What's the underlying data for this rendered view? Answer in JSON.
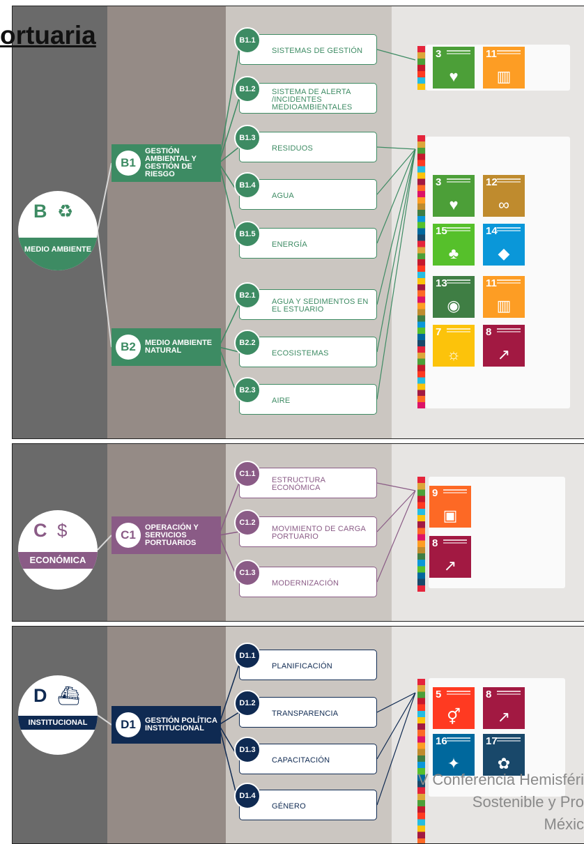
{
  "page": {
    "title": "ortuaria",
    "footer": [
      "V Conferencia Hemisféri",
      "Sostenible y Pro",
      "Méxic"
    ]
  },
  "colors": {
    "environment": "#3d8b63",
    "economic": "#8a5b86",
    "institutional": "#0f2a52"
  },
  "sections": [
    {
      "letter": "B",
      "category": "MEDIO AMBIENTE",
      "icon": "recycle-icon",
      "groups": [
        {
          "code": "B1",
          "label": "GESTIÓN AMBIENTAL Y GESTIÓN DE RIESGO",
          "items": [
            {
              "code": "B1.1",
              "label": "SISTEMAS DE GESTIÓN"
            },
            {
              "code": "B1.2",
              "label": "SISTEMA DE ALERTA /INCIDENTES MEDIOAMBIENTALES"
            },
            {
              "code": "B1.3",
              "label": "RESIDUOS"
            },
            {
              "code": "B1.4",
              "label": "AGUA"
            },
            {
              "code": "B1.5",
              "label": "ENERGÍA"
            }
          ]
        },
        {
          "code": "B2",
          "label": "MEDIO AMBIENTE NATURAL",
          "items": [
            {
              "code": "B2.1",
              "label": "AGUA Y SEDIMENTOS EN EL ESTUARIO"
            },
            {
              "code": "B2.2",
              "label": "ECOSISTEMAS"
            },
            {
              "code": "B2.3",
              "label": "AIRE"
            }
          ]
        }
      ],
      "sdg_groups": [
        [
          {
            "num": "3",
            "color": "#4c9f38",
            "icon": "heartbeat-icon"
          },
          {
            "num": "11",
            "color": "#fd9d24",
            "icon": "city-icon"
          }
        ],
        [
          {
            "num": "3",
            "color": "#4c9f38",
            "icon": "heartbeat-icon"
          },
          {
            "num": "12",
            "color": "#bf8b2e",
            "icon": "infinity-icon"
          },
          {
            "num": "15",
            "color": "#56c02b",
            "icon": "tree-icon"
          },
          {
            "num": "14",
            "color": "#0a97d9",
            "icon": "fish-icon"
          },
          {
            "num": "13",
            "color": "#3f7e44",
            "icon": "eye-icon"
          },
          {
            "num": "11",
            "color": "#fd9d24",
            "icon": "city-icon"
          },
          {
            "num": "7",
            "color": "#fcc30b",
            "icon": "sun-icon"
          },
          {
            "num": "8",
            "color": "#a21942",
            "icon": "growth-icon"
          }
        ]
      ]
    },
    {
      "letter": "C",
      "category": "ECONÓMICA",
      "icon": "dollar-icon",
      "groups": [
        {
          "code": "C1",
          "label": "OPERACIÓN Y SERVICIOS PORTUARIOS",
          "items": [
            {
              "code": "C1.1",
              "label": "ESTRUCTURA ECONÓMICA"
            },
            {
              "code": "C1.2",
              "label": "MOVIMIENTO DE CARGA PORTUARIO"
            },
            {
              "code": "C1.3",
              "label": "MODERNIZACIÓN"
            }
          ]
        }
      ],
      "sdg_groups": [
        [
          {
            "num": "9",
            "color": "#fd6925",
            "icon": "cubes-icon"
          },
          {
            "num": "8",
            "color": "#a21942",
            "icon": "growth-icon"
          }
        ]
      ]
    },
    {
      "letter": "D",
      "category": "INSTITUCIONAL",
      "icon": "ship-icon",
      "groups": [
        {
          "code": "D1",
          "label": "GESTIÓN POLÍTICA INSTITUCIONAL",
          "items": [
            {
              "code": "D1.1",
              "label": "PLANIFICACIÓN"
            },
            {
              "code": "D1.2",
              "label": "TRANSPARENCIA"
            },
            {
              "code": "D1.3",
              "label": "CAPACITACIÓN"
            },
            {
              "code": "D1.4",
              "label": "GÉNERO"
            }
          ]
        }
      ],
      "sdg_groups": [
        [
          {
            "num": "5",
            "color": "#ff3a21",
            "icon": "gender-icon"
          },
          {
            "num": "8",
            "color": "#a21942",
            "icon": "growth-icon"
          },
          {
            "num": "16",
            "color": "#00689d",
            "icon": "dove-icon"
          },
          {
            "num": "17",
            "color": "#19486a",
            "icon": "flower-icon"
          }
        ]
      ]
    }
  ]
}
